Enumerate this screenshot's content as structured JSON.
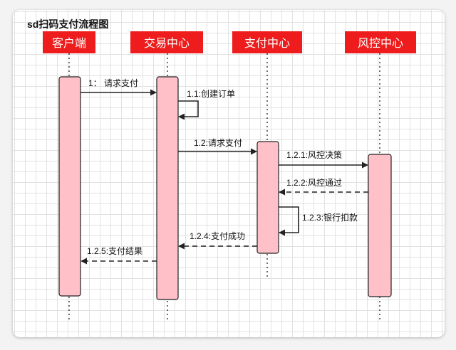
{
  "title": "sd扫码支付流程图",
  "participants": [
    {
      "id": "client",
      "label": "客户端"
    },
    {
      "id": "exchange",
      "label": "交易中心"
    },
    {
      "id": "payment",
      "label": "支付中心"
    },
    {
      "id": "risk",
      "label": "风控中心"
    }
  ],
  "messages": [
    {
      "id": "m1",
      "label": "1：  请求支付",
      "from": "client",
      "to": "exchange",
      "style": "solid"
    },
    {
      "id": "m11",
      "label": "1.1:创建订单",
      "from": "exchange",
      "to": "exchange",
      "style": "self"
    },
    {
      "id": "m12",
      "label": "1.2:请求支付",
      "from": "exchange",
      "to": "payment",
      "style": "solid"
    },
    {
      "id": "m121",
      "label": "1.2.1:风控决策",
      "from": "payment",
      "to": "risk",
      "style": "solid"
    },
    {
      "id": "m122",
      "label": "1.2.2:风控通过",
      "from": "risk",
      "to": "payment",
      "style": "dashed"
    },
    {
      "id": "m123",
      "label": "1.2.3:银行扣款",
      "from": "payment",
      "to": "payment",
      "style": "self"
    },
    {
      "id": "m124",
      "label": "1.2.4:支付成功",
      "from": "payment",
      "to": "exchange",
      "style": "dashed"
    },
    {
      "id": "m125",
      "label": "1.2.5:支付结果",
      "from": "exchange",
      "to": "client",
      "style": "dashed"
    }
  ],
  "colors": {
    "header_fill": "#ee1c1c",
    "header_text": "#ffffff",
    "activation_fill": "#ffc0c8",
    "line": "#222222"
  }
}
